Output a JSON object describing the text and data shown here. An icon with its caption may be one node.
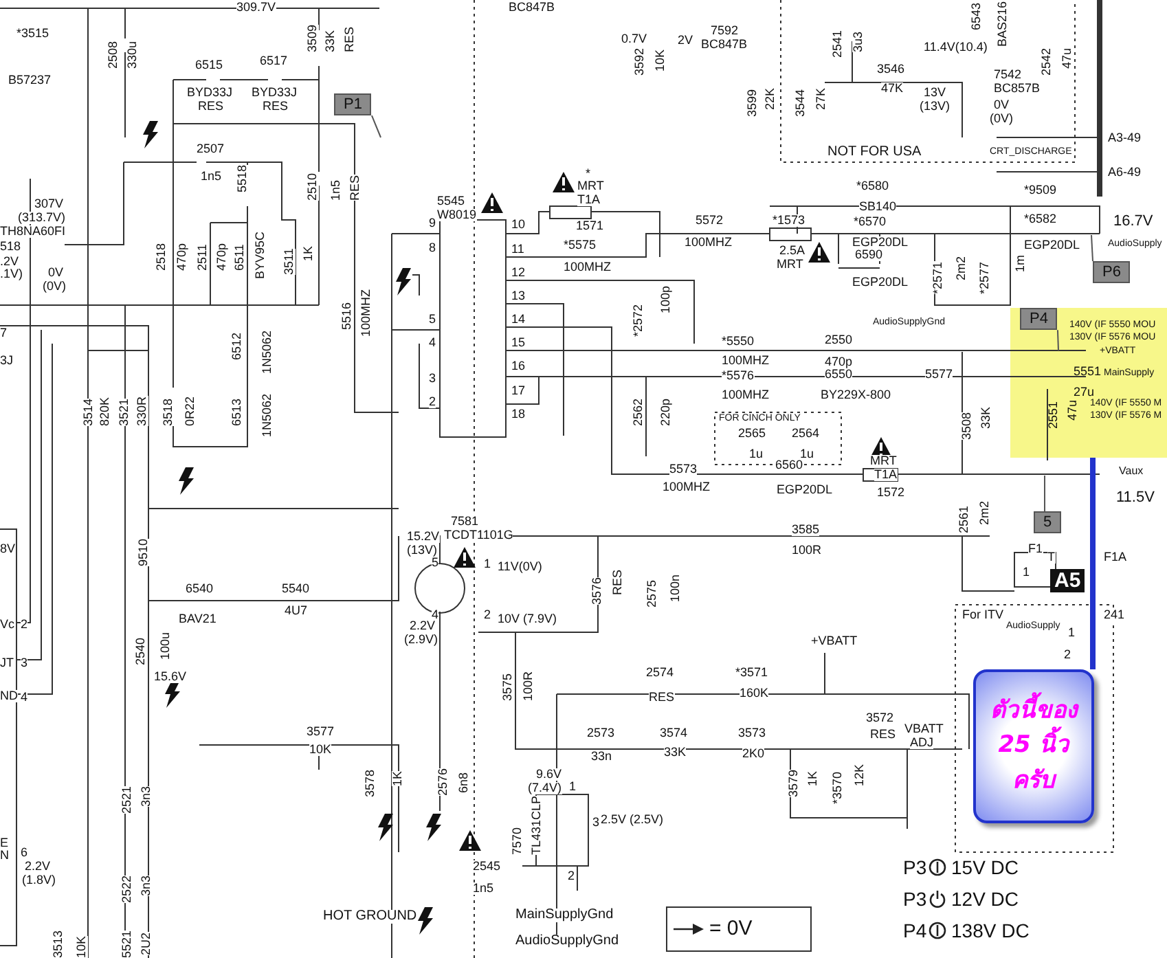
{
  "diagram": {
    "nodes": [
      {
        "text": [
          "P1"
        ]
      },
      {
        "text": [
          "P6"
        ]
      },
      {
        "text": [
          "P4"
        ],
        "in": 4
      },
      {
        "text": [
          "5"
        ]
      },
      {
        "text": [],
        "shape": "box"
      },
      {
        "text": [
          "ตัวนี้ของ 25 นิ้วครับ"
        ]
      }
    ],
    "edges": [
      {
        "from": 0,
        "to": null,
        "arrow": "none"
      },
      {
        "from": 1,
        "to": null,
        "arrow": "none"
      },
      {
        "from": 2,
        "to": null,
        "arrow": "none"
      },
      {
        "from": 3,
        "to": null,
        "arrow": "none"
      },
      {
        "from": 5,
        "to": 4,
        "arrow": "none",
        "style": "thick",
        "color": "#2233cc"
      }
    ],
    "labels": [
      "309.7V",
      "*3515",
      "B57237",
      "2508",
      "330u",
      "3509",
      "33K",
      "RES",
      "6515",
      "BYD33J",
      "RES",
      "6517",
      "BYD33J",
      "RES",
      "2507",
      "1n5",
      "5518",
      "2510",
      "1n5",
      "RES",
      "307V",
      "(313.7V)",
      "TH8NA60FI",
      "518",
      ".2V",
      ".1V)",
      "0V",
      "(0V)",
      "2518",
      "470p",
      "2511",
      "470p",
      "6511",
      "BYV95C",
      "3511",
      "1K",
      "5516",
      "100MHZ",
      "6512",
      "1N5062",
      "7",
      "3J",
      "3514",
      "820K",
      "3521",
      "330R",
      "3518",
      "0R22",
      "6513",
      "1N5062",
      "BC847B",
      "0.7V",
      "3592",
      "10K",
      "7592",
      "2V",
      "BC847B",
      "3599",
      "22K",
      "5545",
      "W8019",
      "10",
      "11",
      "12",
      "13",
      "14",
      "15",
      "16",
      "17",
      "18",
      "9",
      "8",
      "5",
      "4",
      "3",
      "2",
      "*",
      "MRT",
      "T1A",
      "1571",
      "*5575",
      "100MHZ",
      "5572",
      "100MHZ",
      "*2572",
      "100p",
      "*5550",
      "100MHZ",
      "*5576",
      "100MHZ",
      "2562",
      "220p",
      "FOR CINCH ONLY",
      "2565",
      "1u",
      "2564",
      "1u",
      "5573",
      "100MHZ",
      "2541",
      "3u3",
      "3546",
      "47K",
      "11.4V(10.4)",
      "6543",
      "BAS216",
      "7542",
      "BC857B",
      "2542",
      "47u",
      "3544",
      "27K",
      "13V",
      "(13V)",
      "0V",
      "(0V)",
      "NOT FOR USA",
      "CRT_DISCHARGE",
      "A3-49",
      "A6-49",
      "*6580",
      "SB140",
      "*1573",
      "2.5A",
      "MRT",
      "*6570",
      "EGP20DL",
      "6590",
      "EGP20DL",
      "*9509",
      "*6582",
      "EGP20DL",
      "16.7V",
      "AudioSupply",
      "*2571",
      "2m2",
      "*2577",
      "1m",
      "AudioSupplyGnd",
      "2550",
      "470p",
      "6550",
      "BY229X-800",
      "5577",
      "3508",
      "33K",
      "140V (IF 5550 MOU",
      "130V (IF 5576 MOU",
      "+VBATT",
      "5551",
      "27u",
      "MainSupply",
      "140V (IF 5550 M",
      "130V (IF 5576 M",
      "2551",
      "47u",
      "Vaux",
      "11.5V",
      "6560",
      "EGP20DL",
      "MRT",
      "T1A",
      "1572",
      "2561",
      "2m2",
      "3585",
      "100R",
      "F1",
      "1",
      "T",
      "F1A",
      "A5",
      "For ITV",
      "241",
      "AudioSupply",
      "1",
      "2",
      "P3",
      "15V DC",
      "P3",
      "12V DC",
      "P4",
      "138V DC",
      "7581",
      "15.2V",
      "TCDT1101G",
      "(13V)",
      "5",
      "1",
      "11V(0V)",
      "4",
      "2",
      "10V (7.9V)",
      "2.2V",
      "(2.9V)",
      "3576",
      "RES",
      "2575",
      "100n",
      "6540",
      "BAV21",
      "5540",
      "4U7",
      "9510",
      "2540",
      "100u",
      "15.6V",
      "3577",
      "10K",
      "3578",
      "1K",
      "2576",
      "6n8",
      "3575",
      "100R",
      "2574",
      "RES",
      "*3571",
      "160K",
      "+VBATT",
      "2573",
      "33n",
      "3574",
      "33K",
      "3573",
      "2K0",
      "3572",
      "RES",
      "VBATT",
      "ADJ",
      "3579",
      "1K",
      "*3570",
      "12K",
      "9.6V",
      "(7.4V)",
      "1",
      "7570",
      "TL431CLP",
      "3",
      "2.5V (2.5V)",
      "2",
      "2545",
      "1n5",
      "MainSupplyGnd",
      "AudioSupplyGnd",
      "HOT GROUND",
      "= 0V",
      "2521",
      "3n3",
      "2522",
      "3n3",
      "3513",
      "10K",
      "5521",
      "2U2",
      "2.2V",
      "(1.8V)",
      "2",
      "3",
      "4",
      "6",
      "8V",
      "Vc",
      "JT",
      "ND",
      "E",
      "N"
    ]
  }
}
